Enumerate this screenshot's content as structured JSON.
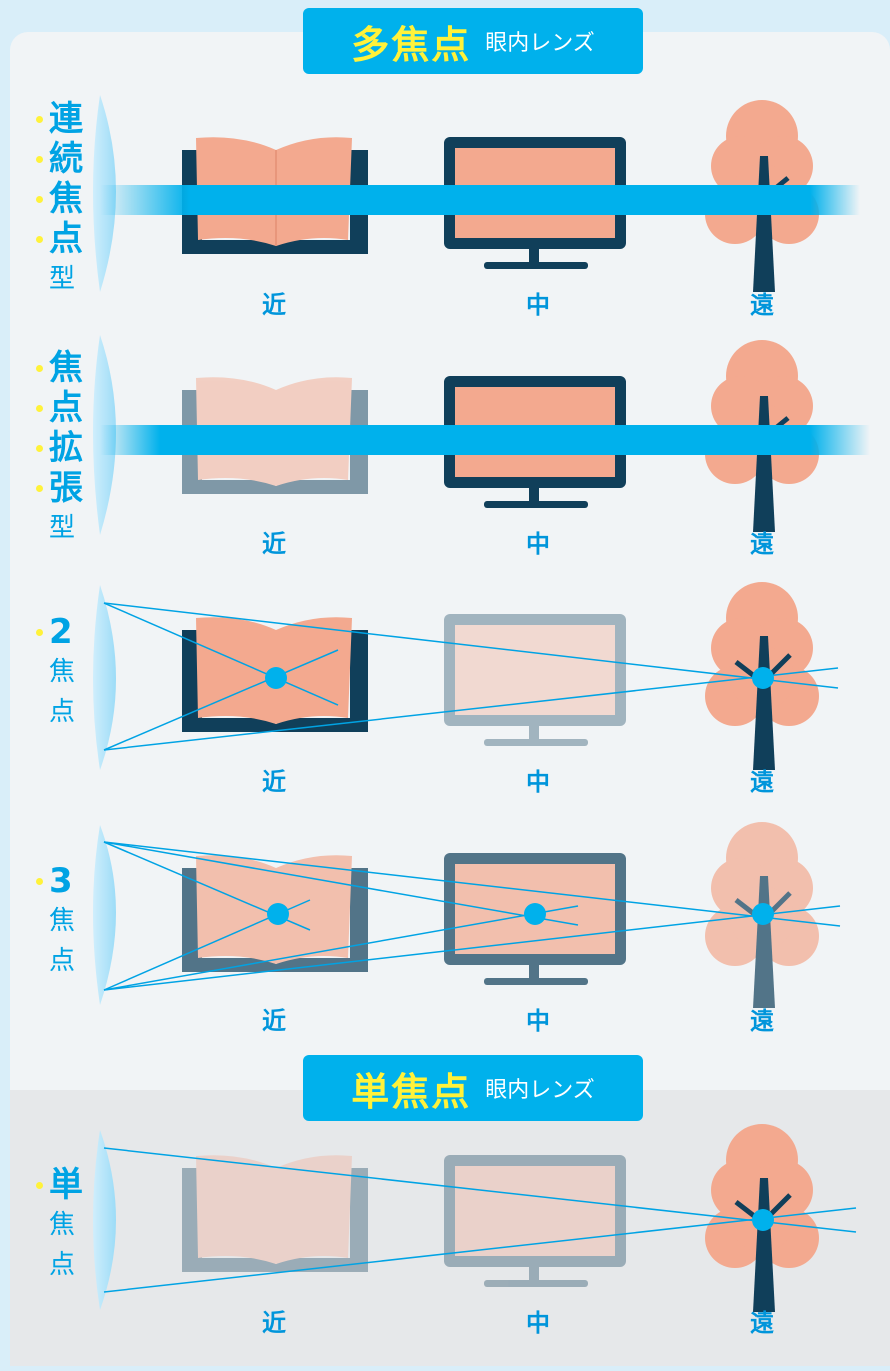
{
  "multifocal": {
    "title": "多焦点",
    "subtitle": "眼内レンズ"
  },
  "monofocal": {
    "title": "単焦点",
    "subtitle": "眼内レンズ"
  },
  "rows": [
    {
      "id": "continuous",
      "label_chars": [
        "連",
        "続",
        "焦",
        "点"
      ],
      "suffix": "型",
      "distances": [
        "近",
        "中",
        "遠"
      ]
    },
    {
      "id": "extended",
      "label_chars": [
        "焦",
        "点",
        "拡",
        "張"
      ],
      "suffix": "型",
      "distances": [
        "近",
        "中",
        "遠"
      ]
    },
    {
      "id": "bifocal",
      "label_chars": [
        "2"
      ],
      "suffix_chars": [
        "焦",
        "点"
      ],
      "distances": [
        "近",
        "中",
        "遠"
      ]
    },
    {
      "id": "trifocal",
      "label_chars": [
        "3"
      ],
      "suffix_chars": [
        "焦",
        "点"
      ],
      "distances": [
        "近",
        "中",
        "遠"
      ]
    },
    {
      "id": "single",
      "label_chars": [
        "単"
      ],
      "suffix_chars": [
        "焦",
        "点"
      ],
      "distances": [
        "近",
        "中",
        "遠"
      ]
    }
  ],
  "colors": {
    "accent": "#00b1ec",
    "highlight": "#fff23a",
    "salmon": "#f3a98f",
    "navy": "#103f5a"
  }
}
